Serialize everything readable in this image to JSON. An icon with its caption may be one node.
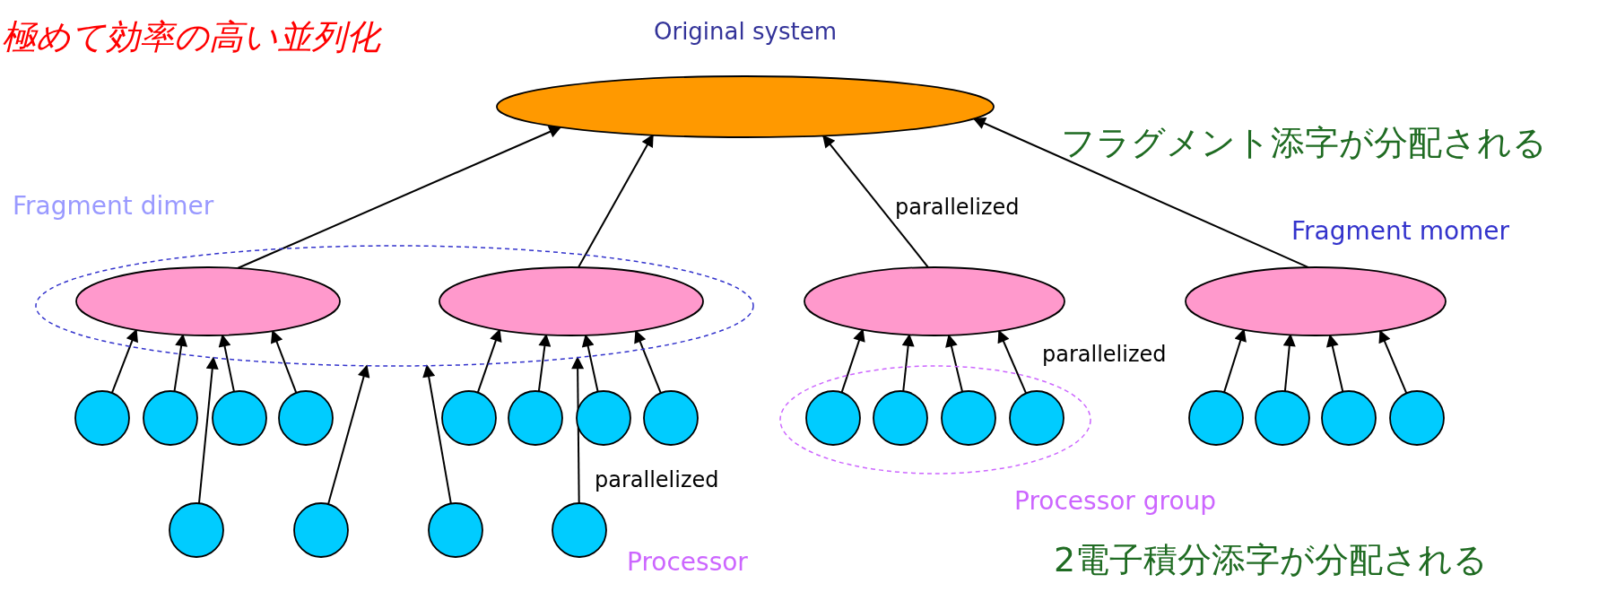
{
  "diagram": {
    "title": "極めて効率の高い並列化",
    "nodes": [
      {
        "text": [
          "Original system"
        ]
      },
      {
        "text": [],
        "shape": "ellipse"
      },
      {
        "text": [],
        "shape": "ellipse",
        "in": 1
      },
      {
        "text": [],
        "shape": "ellipse",
        "in": 1
      },
      {
        "text": [],
        "shape": "ellipse"
      },
      {
        "text": [],
        "shape": "ellipse"
      },
      {
        "text": [],
        "shape": "circle"
      },
      {
        "text": [],
        "shape": "circle"
      },
      {
        "text": [],
        "shape": "circle"
      },
      {
        "text": [],
        "shape": "circle"
      },
      {
        "text": [],
        "shape": "circle"
      },
      {
        "text": [],
        "shape": "circle"
      },
      {
        "text": [],
        "shape": "circle"
      },
      {
        "text": [],
        "shape": "circle"
      },
      {
        "text": [],
        "shape": "ellipse"
      },
      {
        "text": [],
        "shape": "circle",
        "in": 14
      },
      {
        "text": [],
        "shape": "circle",
        "in": 14
      },
      {
        "text": [],
        "shape": "circle",
        "in": 14
      },
      {
        "text": [],
        "shape": "circle",
        "in": 14
      },
      {
        "text": [],
        "shape": "circle"
      },
      {
        "text": [],
        "shape": "circle"
      },
      {
        "text": [],
        "shape": "circle"
      },
      {
        "text": [],
        "shape": "circle"
      },
      {
        "text": [],
        "shape": "circle"
      },
      {
        "text": [],
        "shape": "circle"
      },
      {
        "text": [],
        "shape": "circle"
      },
      {
        "text": [],
        "shape": "circle"
      }
    ],
    "edges": [
      {
        "from": 2,
        "to": 0,
        "arrow": "to"
      },
      {
        "from": 3,
        "to": 0,
        "arrow": "to"
      },
      {
        "from": 4,
        "to": 0,
        "arrow": "to",
        "label": "parallelized"
      },
      {
        "from": 5,
        "to": 0,
        "arrow": "to"
      },
      {
        "from": 6,
        "to": 2,
        "arrow": "to"
      },
      {
        "from": 7,
        "to": 2,
        "arrow": "to"
      },
      {
        "from": 8,
        "to": 2,
        "arrow": "to"
      },
      {
        "from": 9,
        "to": 2,
        "arrow": "to"
      },
      {
        "from": 10,
        "to": 3,
        "arrow": "to"
      },
      {
        "from": 11,
        "to": 3,
        "arrow": "to"
      },
      {
        "from": 12,
        "to": 3,
        "arrow": "to"
      },
      {
        "from": 13,
        "to": 3,
        "arrow": "to"
      },
      {
        "from": 15,
        "to": 4,
        "arrow": "to"
      },
      {
        "from": 16,
        "to": 4,
        "arrow": "to"
      },
      {
        "from": 17,
        "to": 4,
        "arrow": "to"
      },
      {
        "from": 18,
        "to": 4,
        "arrow": "to"
      },
      {
        "from": 19,
        "to": 5,
        "arrow": "to"
      },
      {
        "from": 20,
        "to": 5,
        "arrow": "to"
      },
      {
        "from": 21,
        "to": 5,
        "arrow": "to"
      },
      {
        "from": 22,
        "to": 5,
        "arrow": "to"
      },
      {
        "from": 23,
        "to": 1,
        "arrow": "to"
      },
      {
        "from": 24,
        "to": 1,
        "arrow": "to"
      },
      {
        "from": 25,
        "to": 1,
        "arrow": "to"
      },
      {
        "from": 26,
        "to": 1,
        "arrow": "to"
      }
    ],
    "labels": [
      "Fragment dimer",
      "フラグメント添字が分配される",
      "Fragment momer",
      "parallelized",
      "parallelized",
      "Processor group",
      "Processor",
      "2電子積分添字が分配される"
    ]
  }
}
